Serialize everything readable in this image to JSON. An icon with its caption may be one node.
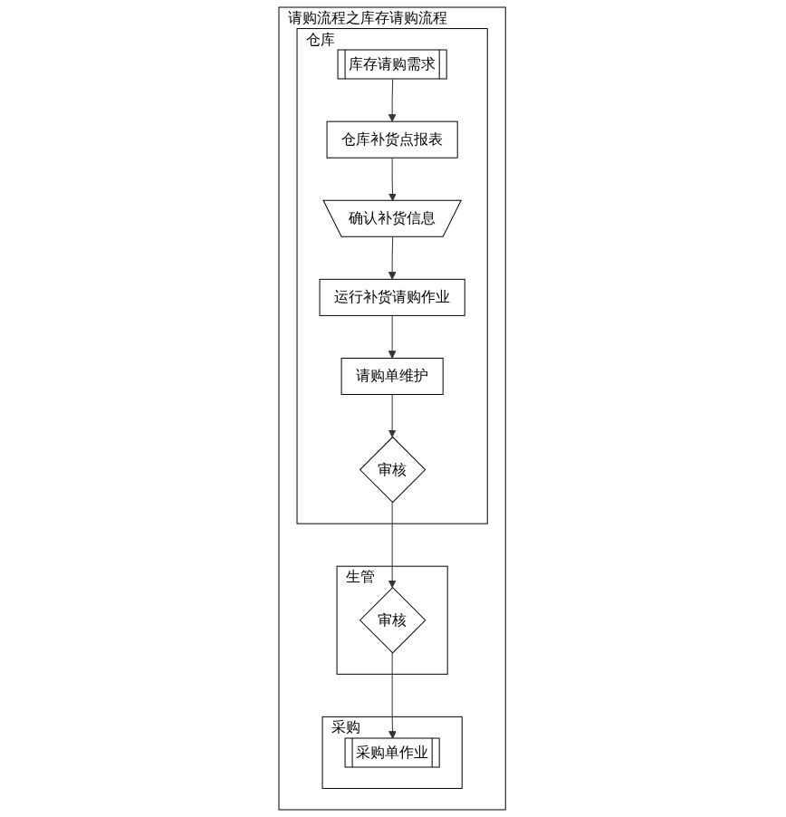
{
  "diagram": {
    "nodes": [
      {
        "text": [
          "请购流程之库存请购流程"
        ]
      },
      {
        "text": [
          "仓库"
        ],
        "in": 0
      },
      {
        "text": [
          "库存请购需求"
        ],
        "in": 1
      },
      {
        "text": [
          "仓库补货点报表"
        ],
        "in": 1
      },
      {
        "text": [
          "确认补货信息"
        ],
        "in": 1
      },
      {
        "text": [
          "运行补货请购作业"
        ],
        "in": 1
      },
      {
        "text": [
          "请购单维护"
        ],
        "in": 1
      },
      {
        "text": [
          "审核"
        ],
        "in": 1
      },
      {
        "text": [
          "生管"
        ],
        "in": 0
      },
      {
        "text": [
          "审核"
        ],
        "in": 8
      },
      {
        "text": [
          "采购"
        ],
        "in": 0
      },
      {
        "text": [
          "采购单作业"
        ],
        "in": 10
      }
    ],
    "edges": [
      {
        "from": 2,
        "to": 3,
        "arrow": "to"
      },
      {
        "from": 3,
        "to": 4,
        "arrow": "to"
      },
      {
        "from": 4,
        "to": 5,
        "arrow": "to"
      },
      {
        "from": 5,
        "to": 6,
        "arrow": "to"
      },
      {
        "from": 6,
        "to": 7,
        "arrow": "to"
      },
      {
        "from": 7,
        "to": 9,
        "arrow": "to"
      },
      {
        "from": 9,
        "to": 11,
        "arrow": "to"
      }
    ]
  }
}
